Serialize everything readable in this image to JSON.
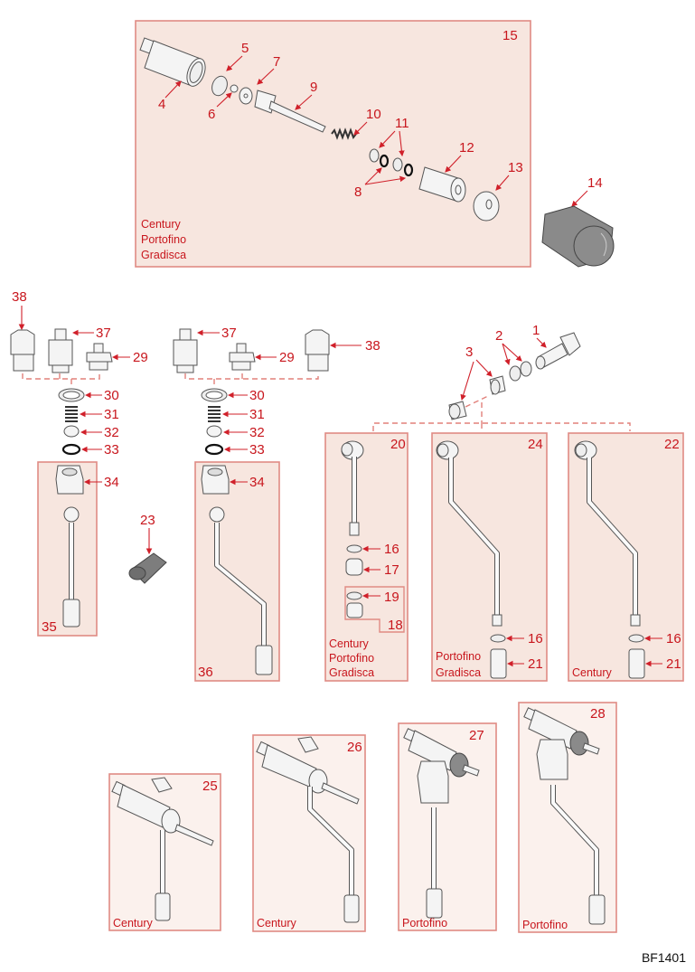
{
  "diagram": {
    "code": "BF1401",
    "colors": {
      "label": "#c8161d",
      "box_fill": "#f7e6df",
      "box_stroke": "#e08b84",
      "leader": "#d0202a"
    },
    "groups": [
      {
        "id": "15",
        "number": "15",
        "models": [
          "Century",
          "Portofino",
          "Gradisca"
        ],
        "parts": [
          "4",
          "5",
          "6",
          "7",
          "9",
          "10",
          "11",
          "8",
          "12",
          "13"
        ]
      },
      {
        "id": "35",
        "number": "35",
        "models": [],
        "parts": [
          "34"
        ]
      },
      {
        "id": "36",
        "number": "36",
        "models": [],
        "parts": [
          "34"
        ]
      },
      {
        "id": "20",
        "number": "20",
        "models": [
          "Century",
          "Portofino",
          "Gradisca"
        ],
        "parts": [
          "16",
          "17",
          "19",
          "18"
        ]
      },
      {
        "id": "24",
        "number": "24",
        "models": [
          "Portofino",
          "Gradisca"
        ],
        "parts": [
          "16",
          "21"
        ]
      },
      {
        "id": "22",
        "number": "22",
        "models": [
          "Century"
        ],
        "parts": [
          "16",
          "21"
        ]
      },
      {
        "id": "25",
        "number": "25",
        "models": [
          "Century"
        ],
        "parts": []
      },
      {
        "id": "26",
        "number": "26",
        "models": [
          "Century"
        ],
        "parts": []
      },
      {
        "id": "27",
        "number": "27",
        "models": [
          "Portofino"
        ],
        "parts": []
      },
      {
        "id": "28",
        "number": "28",
        "models": [
          "Portofino"
        ],
        "parts": []
      }
    ],
    "callouts": {
      "p1": "1",
      "p2": "2",
      "p3": "3",
      "p4": "4",
      "p5": "5",
      "p6": "6",
      "p7": "7",
      "p8": "8",
      "p9": "9",
      "p10": "10",
      "p11": "11",
      "p12": "12",
      "p13": "13",
      "p14": "14",
      "p15": "15",
      "p16": "16",
      "p17": "17",
      "p18": "18",
      "p19": "19",
      "p20": "20",
      "p21": "21",
      "p22": "22",
      "p23": "23",
      "p24": "24",
      "p25": "25",
      "p26": "26",
      "p27": "27",
      "p28": "28",
      "p29": "29",
      "p30": "30",
      "p31": "31",
      "p32": "32",
      "p33": "33",
      "p34": "34",
      "p35": "35",
      "p36": "36",
      "p37": "37",
      "p38": "38"
    },
    "models": {
      "century": "Century",
      "portofino": "Portofino",
      "gradisca": "Gradisca"
    }
  }
}
